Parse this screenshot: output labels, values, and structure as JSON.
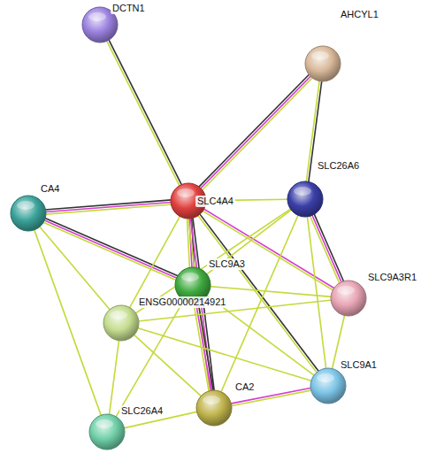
{
  "diagram": {
    "nodes": [
      {
        "text": [
          "DCTN1"
        ]
      },
      {
        "text": [
          "AHCYL1"
        ]
      },
      {
        "text": [
          "SLC4A4"
        ]
      },
      {
        "text": [
          "SLC26A6"
        ]
      },
      {
        "text": [
          "CA4"
        ]
      },
      {
        "text": [
          "SLC9A3"
        ]
      },
      {
        "text": [
          "ENSG00000214921"
        ]
      },
      {
        "text": [
          "SLC9A3R1"
        ]
      },
      {
        "text": [
          "SLC9A1"
        ]
      },
      {
        "text": [
          "CA2"
        ]
      },
      {
        "text": [
          "SLC26A4"
        ]
      }
    ],
    "edges": [
      {
        "from": 0,
        "to": 2,
        "arrow": "none"
      },
      {
        "from": 1,
        "to": 2,
        "arrow": "none"
      },
      {
        "from": 1,
        "to": 3,
        "arrow": "none"
      },
      {
        "from": 2,
        "to": 3,
        "arrow": "none"
      },
      {
        "from": 4,
        "to": 2,
        "arrow": "none"
      },
      {
        "from": 4,
        "to": 5,
        "arrow": "none"
      },
      {
        "from": 4,
        "to": 6,
        "arrow": "none"
      },
      {
        "from": 4,
        "to": 10,
        "arrow": "none"
      },
      {
        "from": 2,
        "to": 5,
        "arrow": "none"
      },
      {
        "from": 2,
        "to": 9,
        "arrow": "none"
      },
      {
        "from": 2,
        "to": 8,
        "arrow": "none"
      },
      {
        "from": 2,
        "to": 6,
        "arrow": "none"
      },
      {
        "from": 2,
        "to": 7,
        "arrow": "none"
      },
      {
        "from": 3,
        "to": 7,
        "arrow": "none"
      },
      {
        "from": 3,
        "to": 5,
        "arrow": "none"
      },
      {
        "from": 3,
        "to": 6,
        "arrow": "none"
      },
      {
        "from": 3,
        "to": 8,
        "arrow": "none"
      },
      {
        "from": 3,
        "to": 9,
        "arrow": "none"
      },
      {
        "from": 5,
        "to": 7,
        "arrow": "none"
      },
      {
        "from": 5,
        "to": 9,
        "arrow": "none"
      },
      {
        "from": 5,
        "to": 8,
        "arrow": "none"
      },
      {
        "from": 5,
        "to": 10,
        "arrow": "none"
      },
      {
        "from": 6,
        "to": 7,
        "arrow": "none"
      },
      {
        "from": 6,
        "to": 9,
        "arrow": "none"
      },
      {
        "from": 6,
        "to": 10,
        "arrow": "none"
      },
      {
        "from": 6,
        "to": 8,
        "arrow": "none"
      },
      {
        "from": 9,
        "to": 8,
        "arrow": "none"
      },
      {
        "from": 10,
        "to": 9,
        "arrow": "none"
      },
      {
        "from": 7,
        "to": 8,
        "arrow": "none"
      }
    ]
  }
}
